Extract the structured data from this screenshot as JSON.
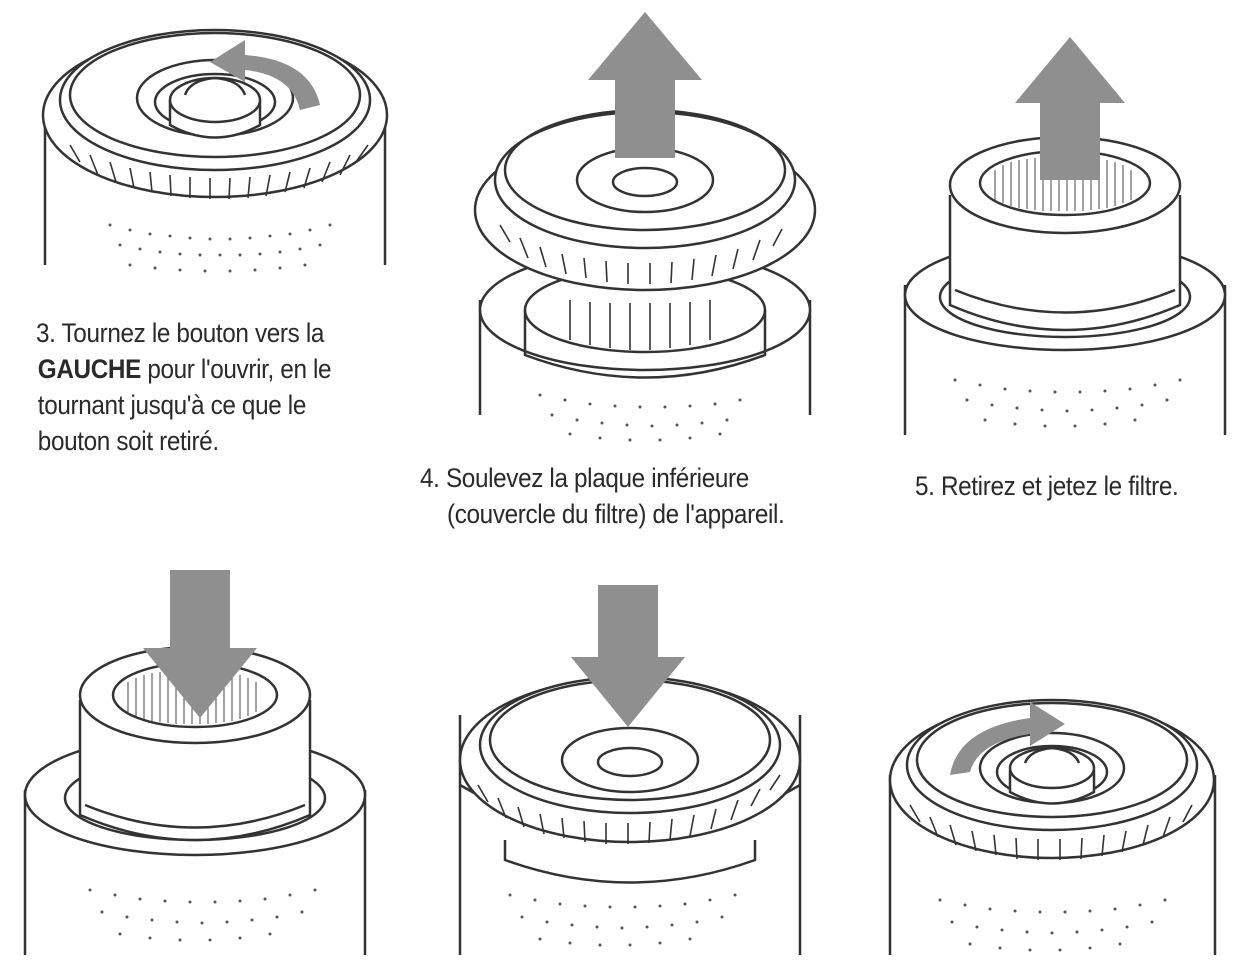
{
  "steps": [
    {
      "number": "3.",
      "lines": [
        "Tournez le bouton vers la"
      ],
      "bold_word": "GAUCHE",
      "after_bold": " pour l'ouvrir, en le",
      "more_lines": [
        "tournant jusqu'à ce que le",
        "bouton soit retiré."
      ]
    },
    {
      "number": "4.",
      "lines": [
        "Soulevez la plaque inférieure",
        "(couvercle du filtre) de l'appareil."
      ]
    },
    {
      "number": "5.",
      "lines": [
        "Retirez et jetez le filtre."
      ]
    }
  ],
  "colors": {
    "line": "#333333",
    "arrow": "#8f8f8f",
    "background": "#ffffff",
    "text": "#2a2a2a"
  },
  "panels": [
    {
      "name": "step3-rotate-knob-left",
      "arrow": "curved-left-arrow-icon"
    },
    {
      "name": "step4-lift-bottom-plate",
      "arrow": "up-arrow-icon"
    },
    {
      "name": "step5-remove-filter",
      "arrow": "up-arrow-icon"
    },
    {
      "name": "step6-insert-filter",
      "arrow": "down-arrow-icon"
    },
    {
      "name": "step7-replace-bottom-plate",
      "arrow": "down-arrow-icon"
    },
    {
      "name": "step8-rotate-knob-right",
      "arrow": "curved-right-arrow-icon"
    }
  ]
}
